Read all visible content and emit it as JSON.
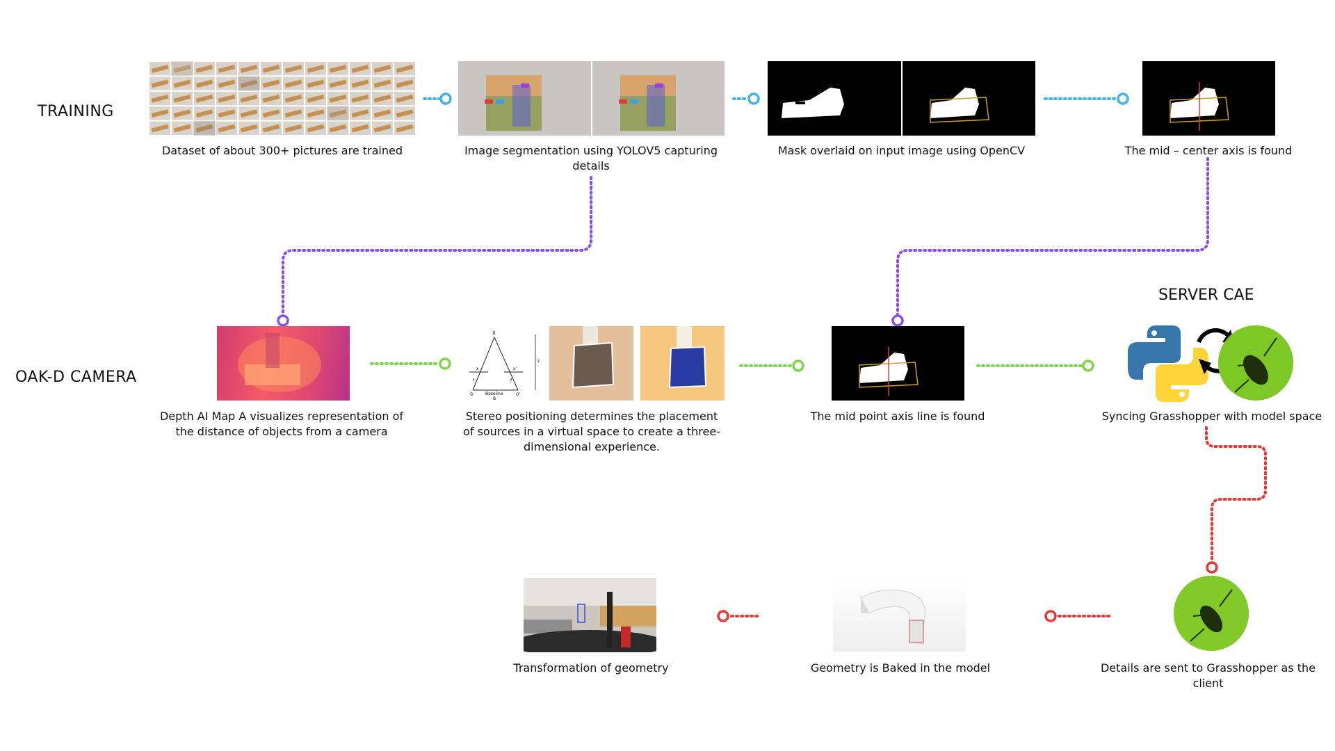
{
  "rows": {
    "training": "TRAINING",
    "camera": "OAK-D CAMERA"
  },
  "server": {
    "title": "SERVER CAE"
  },
  "captions": {
    "dataset": "Dataset of about 300+ pictures are trained",
    "segmentation": "Image segmentation using YOLOV5 capturing details",
    "mask": "Mask overlaid on input image using OpenCV",
    "mid_center": "The mid – center axis is found",
    "depth": "Depth AI Map A visualizes representation of the distance of objects from a camera",
    "stereo": "Stereo positioning determines the placement of sources in a virtual space to create a three-dimensional experience.",
    "mid_point": "The mid point axis line is found",
    "syncing": "Syncing Grasshopper with model space",
    "transformation": "Transformation of geometry",
    "baked": "Geometry is Baked in the model",
    "details_sent": "Details are sent to Grasshopper as the client"
  },
  "stereo_diagram": {
    "apex": "X",
    "left_point": "x",
    "right_point": "x'",
    "left_focal": "f",
    "right_focal": "f",
    "left_origin": "O",
    "right_origin": "O'",
    "baseline": "Baseline",
    "baseline_symbol": "B",
    "depth": "z"
  },
  "colors": {
    "blue_connector": "#3db4ee",
    "purple_connector": "#8a4fe8",
    "green_connector": "#7dd64a",
    "red_connector": "#e53935"
  }
}
